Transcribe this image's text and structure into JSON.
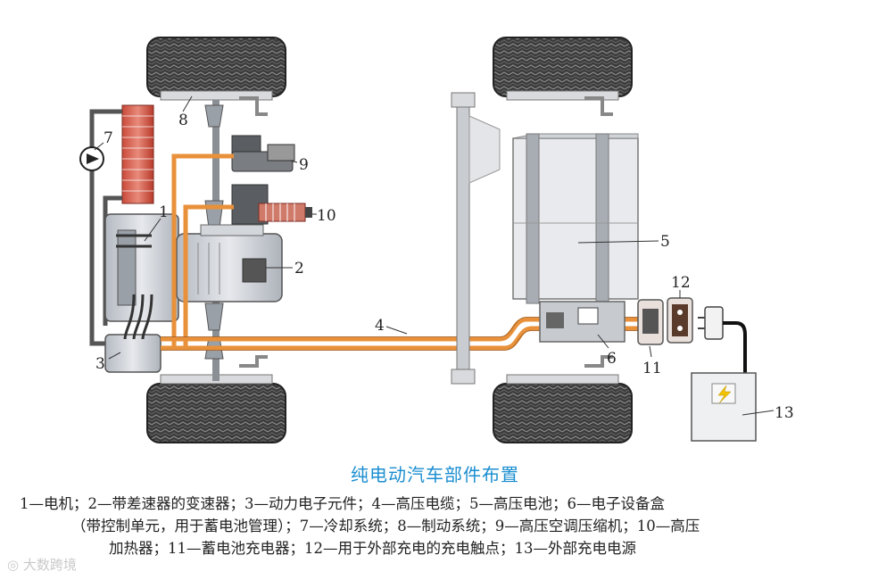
{
  "caption": {
    "title": "纯电动汽车部件布置",
    "legend_lines": [
      "1—电机；2—带差速器的变速器；3—动力电子元件；4—高压电缆；5—高压电池；6—电子设备盒",
      "（带控制单元，用于蓄电池管理）；7—冷却系统；8—制动系统；9—高压空调压缩机；10—高压",
      "加热器；11—蓄电池充电器；12—用于外部充电的充电触点；13—外部充电电源"
    ]
  },
  "callouts": {
    "c1": "1",
    "c2": "2",
    "c3": "3",
    "c4": "4",
    "c5": "5",
    "c6": "6",
    "c7": "7",
    "c8": "8",
    "c9": "9",
    "c10": "10",
    "c11": "11",
    "c12": "12",
    "c13": "13"
  },
  "watermark": "大数跨境",
  "colors": {
    "cable": "#e8913a",
    "tire": "#3a3a3a",
    "metal": "#c8ccd2",
    "caption_title": "#1a8ed0",
    "charger_bolt": "#f2c200"
  }
}
